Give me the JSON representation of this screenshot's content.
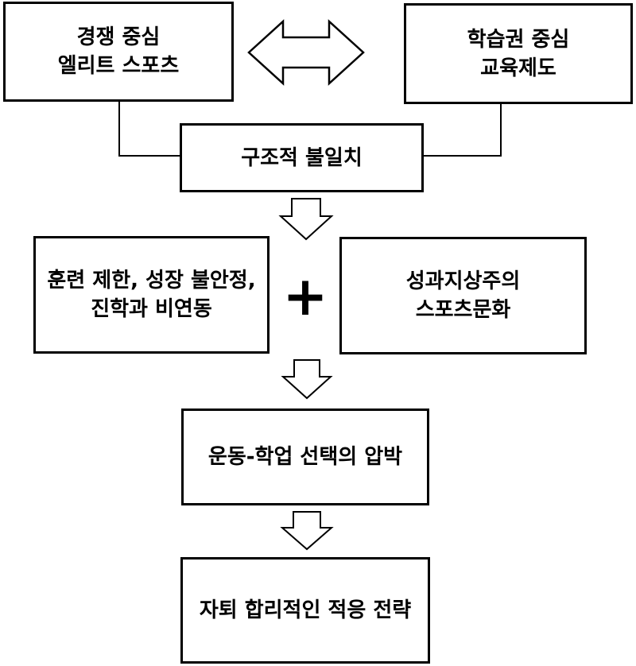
{
  "diagram": {
    "box_competition": [
      "경쟁 중심",
      "엘리트 스포츠"
    ],
    "box_education": [
      "학습권 중심",
      "교육제도"
    ],
    "box_mismatch": [
      "구조적 불일치"
    ],
    "box_constraints": [
      "훈련 제한, 성장 불안정,",
      "진학과 비연동"
    ],
    "operator_symbol": "+",
    "box_culture": [
      "성과지상주의",
      "스포츠문화"
    ],
    "box_pressure": [
      "운동-학업 선택의 압박"
    ],
    "box_strategy": [
      "자퇴 합리적인 적응 전략"
    ]
  }
}
